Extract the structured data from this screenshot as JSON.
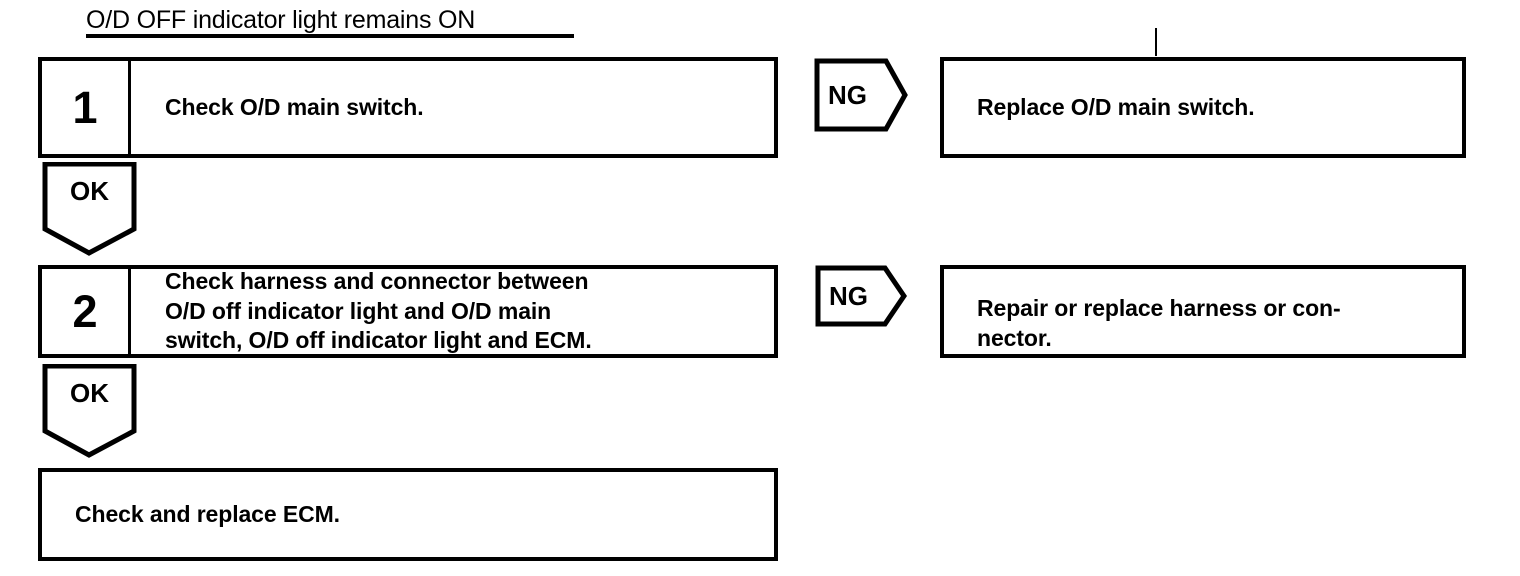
{
  "title": {
    "text": "O/D OFF indicator light remains ON"
  },
  "steps": [
    {
      "number": "1",
      "lines": [
        "Check O/D main switch."
      ],
      "branch_label": "NG",
      "result_lines": [
        "Replace O/D main switch."
      ],
      "flow_label": "OK"
    },
    {
      "number": "2",
      "lines": [
        "Check harness and connector between",
        "O/D off indicator light and O/D main",
        "switch, O/D off indicator light and ECM."
      ],
      "branch_label": "NG",
      "result_lines": [
        "Repair or replace harness or con-",
        "nector."
      ],
      "flow_label": "OK"
    }
  ],
  "final": {
    "lines": [
      "Check and replace ECM."
    ]
  },
  "colors": {
    "ink": "#000000",
    "paper": "#ffffff"
  }
}
